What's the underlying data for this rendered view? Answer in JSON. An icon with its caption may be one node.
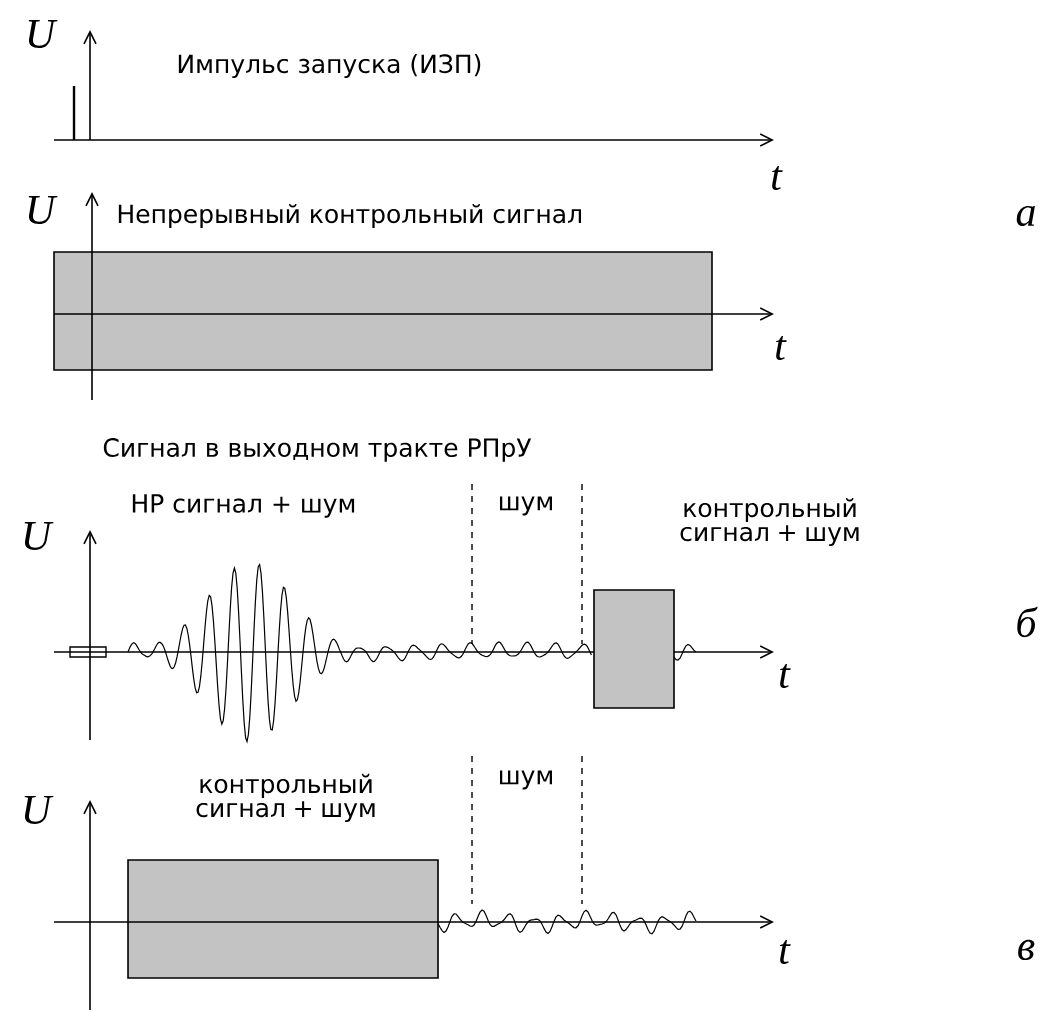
{
  "diagram": {
    "labels": [
      "U",
      "Импульс запуска (ИЗП)",
      "t",
      "U",
      "Непрерывный контрольный сигнал",
      "а",
      "t",
      "Сигнал в выходном тракте РПрУ",
      "НР сигнал + шум",
      "шум",
      "контрольный сигнал + шум",
      "U",
      "б",
      "t",
      "контрольный сигнал + шум",
      "шум",
      "U",
      "t",
      "в"
    ]
  }
}
